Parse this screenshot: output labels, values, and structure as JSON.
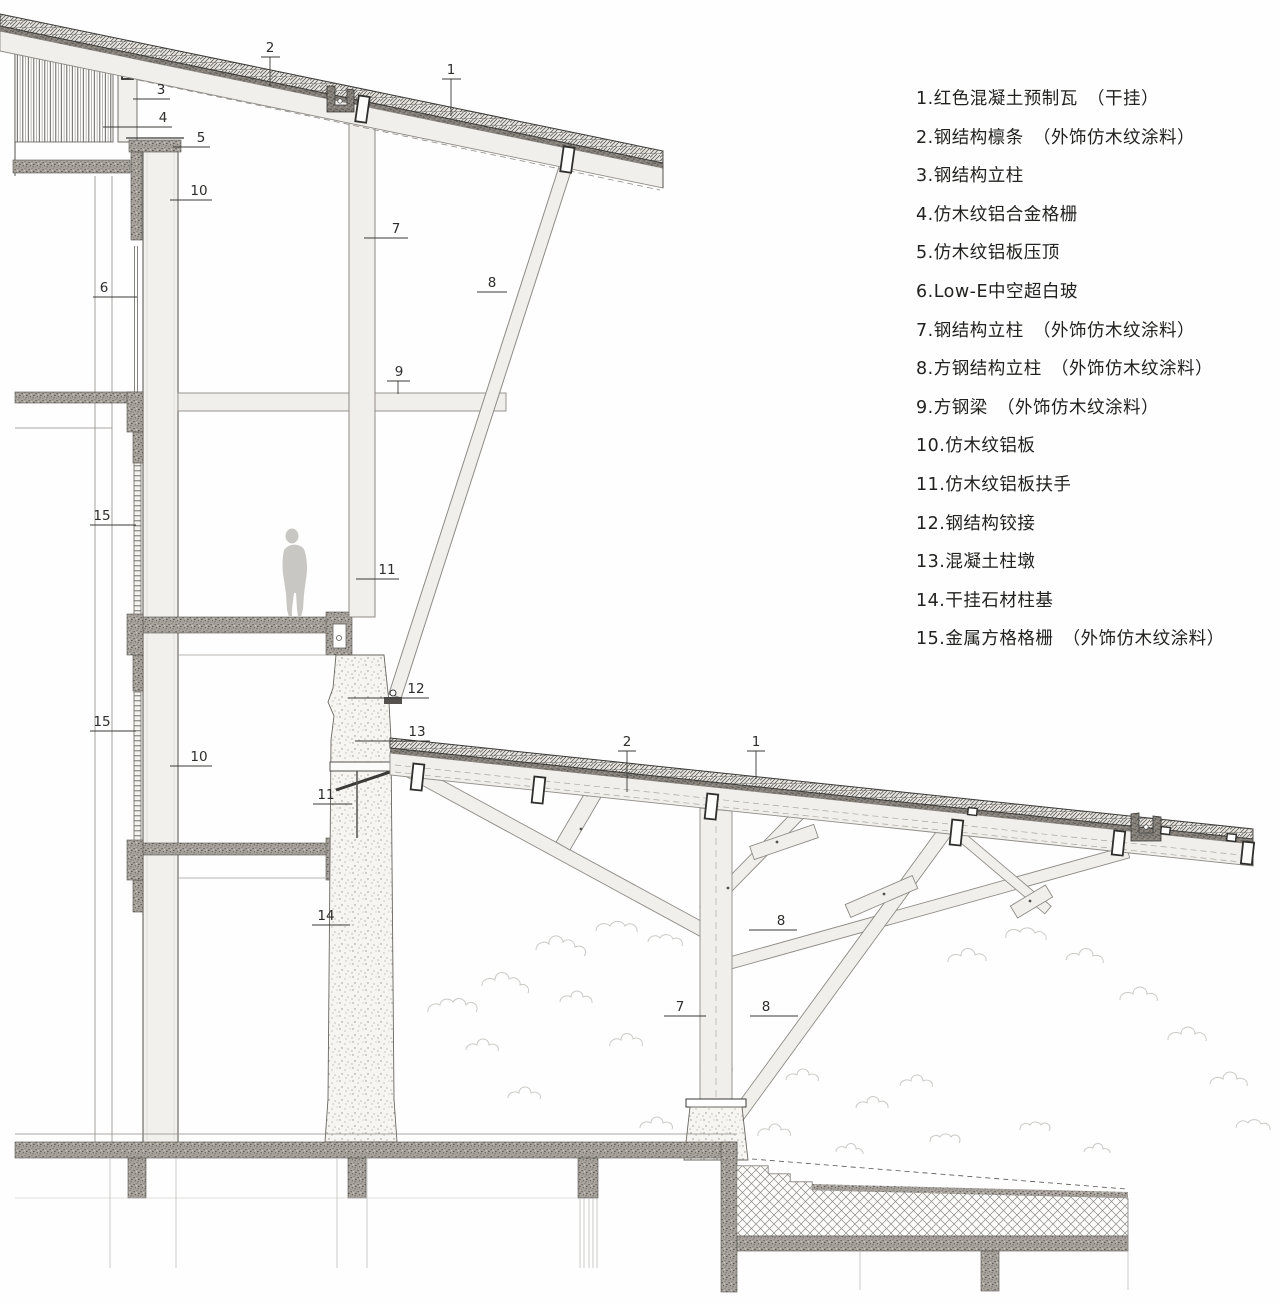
{
  "legend": {
    "items": [
      "1.红色混凝土预制瓦　（干挂）",
      "2.钢结构檩条　（外饰仿木纹涂料）",
      "3.钢结构立柱",
      "4.仿木纹铝合金格栅",
      "5.仿木纹铝板压顶",
      "6.Low-E中空超白玻",
      "7.钢结构立柱　（外饰仿木纹涂料）",
      "8.方钢结构立柱　（外饰仿木纹涂料）",
      "9.方钢梁　（外饰仿木纹涂料）",
      "10.仿木纹铝板",
      "11.仿木纹铝板扶手",
      "12.钢结构铰接",
      "13.混凝土柱墩",
      "14.干挂石材柱基",
      "15.金属方格格栅　（外饰仿木纹涂料）"
    ]
  },
  "callouts": [
    {
      "label": "2"
    },
    {
      "label": "1"
    },
    {
      "label": "3"
    },
    {
      "label": "4"
    },
    {
      "label": "5"
    },
    {
      "label": "10"
    },
    {
      "label": "6"
    },
    {
      "label": "7"
    },
    {
      "label": "8"
    },
    {
      "label": "9"
    },
    {
      "label": "15"
    },
    {
      "label": "11"
    },
    {
      "label": "12"
    },
    {
      "label": "13"
    },
    {
      "label": "15"
    },
    {
      "label": "10"
    },
    {
      "label": "11"
    },
    {
      "label": "14"
    },
    {
      "label": "2"
    },
    {
      "label": "1"
    },
    {
      "label": "8"
    },
    {
      "label": "7"
    },
    {
      "label": "8"
    }
  ],
  "colors": {
    "line": "#3a3a38",
    "light_fill": "#f0efec",
    "hatch_gray": "#a8a49e",
    "silhouette": "#c9c7c3"
  }
}
